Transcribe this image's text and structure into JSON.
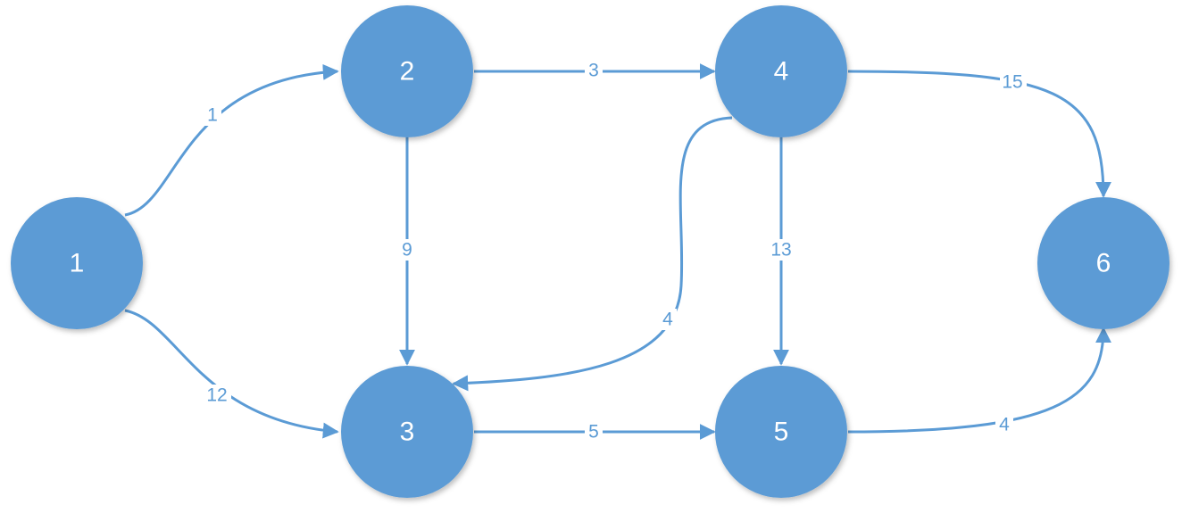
{
  "graph": {
    "nodes": [
      {
        "id": "1",
        "label": "1"
      },
      {
        "id": "2",
        "label": "2"
      },
      {
        "id": "3",
        "label": "3"
      },
      {
        "id": "4",
        "label": "4"
      },
      {
        "id": "5",
        "label": "5"
      },
      {
        "id": "6",
        "label": "6"
      }
    ],
    "edges": [
      {
        "from": "1",
        "to": "2",
        "weight": "1"
      },
      {
        "from": "1",
        "to": "3",
        "weight": "12"
      },
      {
        "from": "2",
        "to": "4",
        "weight": "3"
      },
      {
        "from": "2",
        "to": "3",
        "weight": "9"
      },
      {
        "from": "4",
        "to": "3",
        "weight": "4"
      },
      {
        "from": "4",
        "to": "5",
        "weight": "13"
      },
      {
        "from": "4",
        "to": "6",
        "weight": "15"
      },
      {
        "from": "3",
        "to": "5",
        "weight": "5"
      },
      {
        "from": "5",
        "to": "6",
        "weight": "4"
      }
    ],
    "colors": {
      "node": "#5b9bd5",
      "edge": "#5b9bd5",
      "node_text": "#ffffff",
      "background": "#ffffff"
    }
  }
}
